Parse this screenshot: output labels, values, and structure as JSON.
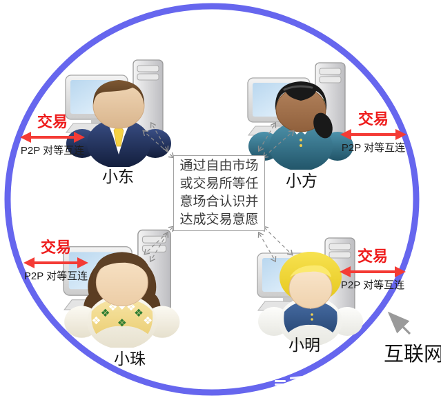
{
  "internet": {
    "label": "互联网"
  },
  "center_box": {
    "lines": [
      "通过自由市场",
      "或交易所等任",
      "意场合认识并",
      "达成交易意愿"
    ]
  },
  "peers": [
    {
      "name": "小东",
      "position": "top-left",
      "trade_label": "交易",
      "p2p_label": "P2P 对等互连"
    },
    {
      "name": "小方",
      "position": "top-right",
      "trade_label": "交易",
      "p2p_label": "P2P 对等互连"
    },
    {
      "name": "小珠",
      "position": "bottom-left",
      "trade_label": "交易",
      "p2p_label": "P2P 对等互连"
    },
    {
      "name": "小明",
      "position": "bottom-right",
      "trade_label": "交易",
      "p2p_label": "P2P 对等互连"
    }
  ],
  "colors": {
    "circle_stroke": "#6666ee",
    "trade_red": "#ee1c1c",
    "connector_gray": "#8d8d8d",
    "internet_arrow_gray": "#9a9a9a"
  }
}
